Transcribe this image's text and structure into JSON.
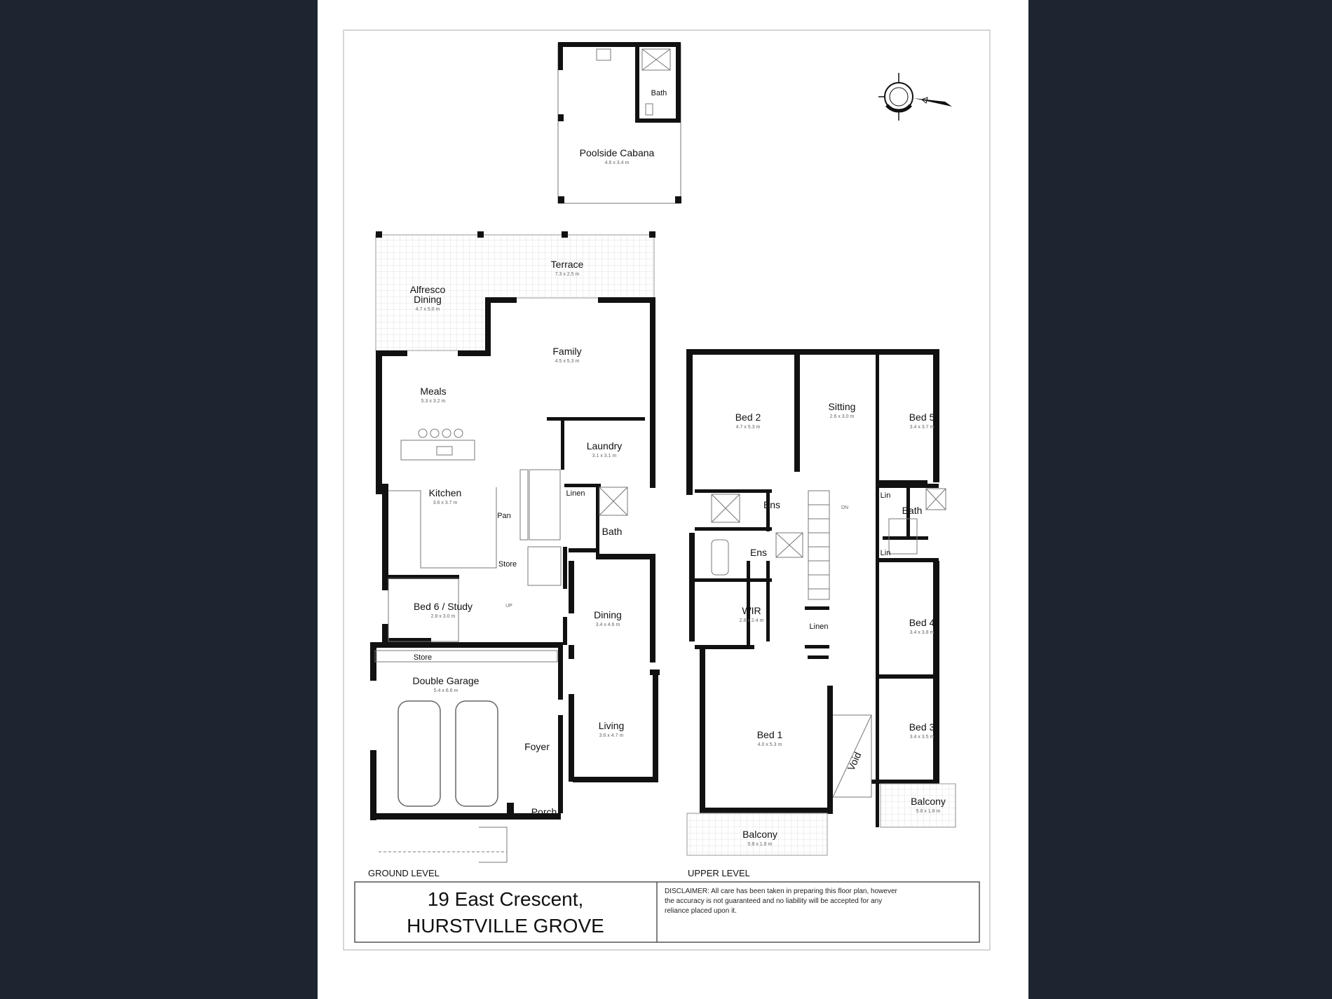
{
  "rooms": {
    "cabana": {
      "label": "Poolside Cabana",
      "dim": "4.6 x 3.4 m"
    },
    "cabana_bath": {
      "label": "Bath"
    },
    "terrace": {
      "label": "Terrace",
      "dim": "7.3 x 2.5 m"
    },
    "alfresco": {
      "label1": "Alfresco",
      "label2": "Dining",
      "dim": "4.7 x 5.0 m"
    },
    "family": {
      "label": "Family",
      "dim": "4.5 x 5.3 m"
    },
    "meals": {
      "label": "Meals",
      "dim": "5.3 x 3.2 m"
    },
    "laundry": {
      "label": "Laundry",
      "dim": "3.1 x 3.1 m"
    },
    "kitchen": {
      "label": "Kitchen",
      "dim": "3.6 x 3.7 m"
    },
    "pan": {
      "label": "Pan"
    },
    "linen_g": {
      "label": "Linen"
    },
    "bath_g": {
      "label": "Bath"
    },
    "store_g": {
      "label": "Store"
    },
    "bed6": {
      "label": "Bed 6 / Study",
      "dim": "2.8 x 3.0 m"
    },
    "dining": {
      "label": "Dining",
      "dim": "3.4 x 4.6 m"
    },
    "store2": {
      "label": "Store"
    },
    "garage": {
      "label": "Double Garage",
      "dim": "5.4 x 6.6 m"
    },
    "living": {
      "label": "Living",
      "dim": "3.6 x 4.7 m"
    },
    "foyer": {
      "label": "Foyer"
    },
    "porch": {
      "label": "Porch"
    },
    "bed2": {
      "label": "Bed 2",
      "dim": "4.7 x 5.3 m"
    },
    "sitting": {
      "label": "Sitting",
      "dim": "2.6 x 3.0 m"
    },
    "bed5": {
      "label": "Bed 5",
      "dim": "3.4 x 3.7 m"
    },
    "ens1": {
      "label": "Ens"
    },
    "ens2": {
      "label": "Ens"
    },
    "bath_u": {
      "label": "Bath"
    },
    "lin1": {
      "label": "Lin"
    },
    "lin2": {
      "label": "Lin"
    },
    "wir": {
      "label": "WIR",
      "dim": "2.8 x 2.4 m"
    },
    "linen_u": {
      "label": "Linen"
    },
    "bed4": {
      "label": "Bed 4",
      "dim": "3.4 x 3.8 m"
    },
    "bed1": {
      "label": "Bed 1",
      "dim": "4.0 x 5.3 m"
    },
    "void": {
      "label": "Void"
    },
    "bed3": {
      "label": "Bed 3",
      "dim": "3.4 x 3.5 m"
    },
    "balcony1": {
      "label": "Balcony",
      "dim": "5.8 x 1.6 m"
    },
    "balcony2": {
      "label": "Balcony",
      "dim": "5.8 x 1.8 m"
    }
  },
  "stair_dn": "DN",
  "stair_up": "UP",
  "levels": {
    "ground": "GROUND LEVEL",
    "upper": "UPPER LEVEL"
  },
  "address": {
    "line1": "19 East Crescent,",
    "line2": "HURSTVILLE GROVE"
  },
  "disclaimer": {
    "line1": "DISCLAIMER: All care has been taken in preparing this floor plan, however",
    "line2": "the accuracy is not guaranteed and no liability will be accepted for any",
    "line3": "reliance placed upon it."
  },
  "compass": {
    "icon": "compass-north-arrow-icon"
  }
}
